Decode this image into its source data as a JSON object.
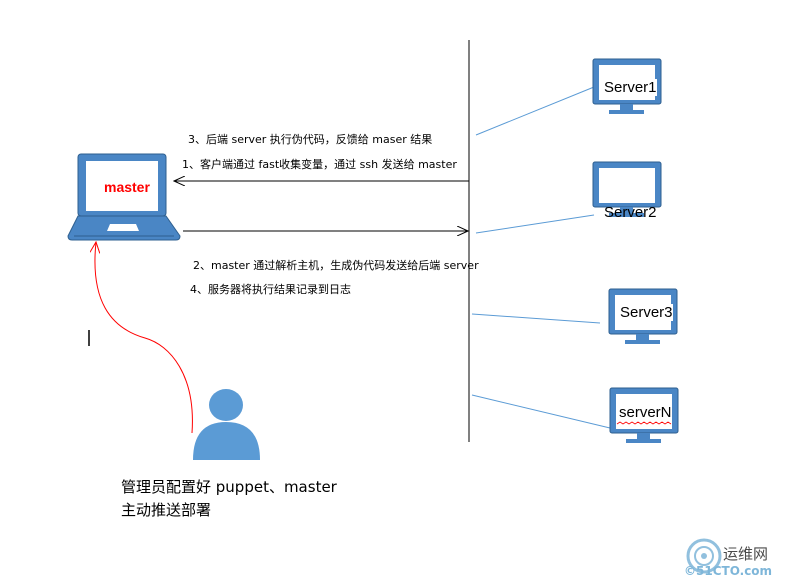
{
  "master": {
    "label": "master",
    "label_color": "#ff0000"
  },
  "servers": [
    {
      "label": "Server1"
    },
    {
      "label": "Server2"
    },
    {
      "label": "Server3"
    },
    {
      "label": "serverN"
    }
  ],
  "steps": {
    "step3": "3、后端 server 执行伪代码，反馈给 maser 结果",
    "step1": "1、客户端通过 fast收集变量，通过 ssh 发送给 master",
    "step2": "2、master 通过解析主机，生成伪代码发送给后端 server",
    "step4": "4、服务器将执行结果记录到日志"
  },
  "admin": {
    "line1": "管理员配置好 puppet、master",
    "line2": "主动推送部署"
  },
  "watermark": {
    "brand": "运维网",
    "site": "©51CTO.com"
  },
  "colors": {
    "device_blue": "#5b9bd5",
    "device_dark": "#2e5f8f",
    "link_line": "#5b9bd5",
    "curve_red": "#ff0000"
  },
  "icons": [
    "laptop-icon",
    "monitor-icon",
    "person-icon",
    "arrow-icon",
    "watermark-logo-icon"
  ]
}
